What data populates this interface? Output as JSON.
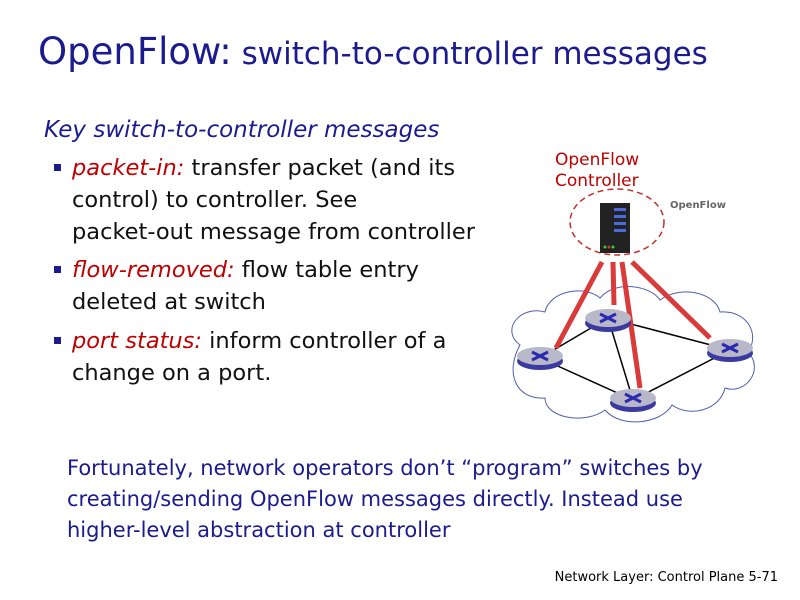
{
  "title": {
    "main": "OpenFlow:",
    "sub": " switch-to-controller messages"
  },
  "heading": "Key switch-to-controller messages",
  "bullets": [
    {
      "term": "packet-in:",
      "lines": [
        " transfer packet (and its",
        "control) to controller.  See",
        "packet-out message from controller"
      ]
    },
    {
      "term": "flow-removed:",
      "lines": [
        " flow table entry",
        "deleted at switch"
      ]
    },
    {
      "term": "port status:",
      "lines": [
        " inform controller of a",
        "change on a port."
      ]
    }
  ],
  "diagram": {
    "controller_label_1": "OpenFlow",
    "controller_label_2": "Controller",
    "logo_text": "OpenFlow"
  },
  "note": [
    "Fortunately, network operators don’t “program” switches by",
    "creating/sending OpenFlow messages directly.  Instead use",
    "higher-level abstraction at controller"
  ],
  "footer": "Network Layer: Control Plane  5-71",
  "colors": {
    "title": "#1b1b8f",
    "term": "#c00000",
    "arrow": "#d93a3a"
  }
}
